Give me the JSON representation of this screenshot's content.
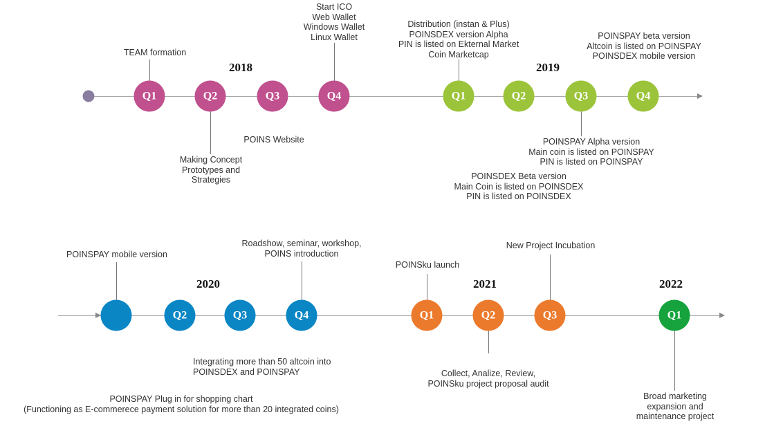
{
  "colors": {
    "c2018": "#c0508e",
    "c2019": "#9cc43b",
    "c2020": "#0a86c5",
    "c2021": "#ec7a2d",
    "c2022": "#16a33e",
    "start_dot": "#8a7ea0"
  },
  "years": {
    "y2018": "2018",
    "y2019": "2019",
    "y2020": "2020",
    "y2021": "2021",
    "y2022": "2022"
  },
  "nodes": {
    "r1_q1": "Q1",
    "r1_q2": "Q2",
    "r1_q3": "Q3",
    "r1_q4": "Q4",
    "r1_q5": "Q1",
    "r1_q6": "Q2",
    "r1_q7": "Q3",
    "r1_q8": "Q4",
    "r2_q1": "",
    "r2_q2": "Q2",
    "r2_q3": "Q3",
    "r2_q4": "Q4",
    "r2_q5": "Q1",
    "r2_q6": "Q2",
    "r2_q7": "Q3",
    "r2_q8": "Q1"
  },
  "notes": {
    "team": "TEAM formation",
    "concept": "Making Concept\nPrototypes and\nStrategies",
    "website": "POINS Website",
    "ico": "Start ICO\nWeb Wallet\nWindows Wallet\nLinux Wallet",
    "distribution": "Distribution (instan & Plus)\nPOINSDEX version Alpha\nPIN is listed on Ekternal Market\nCoin Marketcap",
    "dexbeta": "POINSDEX Beta version\nMain Coin is listed on POINSDEX\nPIN is listed on POINSDEX",
    "payalpha": "POINSPAY Alpha version\nMain coin is listed on POINSPAY\nPIN is listed on POINSPAY",
    "paybeta": "POINSPAY beta version\nAltcoin is listed on POINSPAY\nPOINSDEX mobile version",
    "paymobile": "POINSPAY mobile version",
    "altcoin": "Integrating more than 50 altcoin into\nPOINSDEX and POINSPAY",
    "plugin": "POINSPAY Plug in for shopping chart\n(Functioning as E-commerece payment solution for more than 20 integrated coins)",
    "roadshow": "Roadshow, seminar, workshop,\nPOINS introduction",
    "poinsku": "POINSku launch",
    "collect": "Collect, Analize, Review,\nPOINSku project proposal audit",
    "incubation": "New Project Incubation",
    "broad": "Broad marketing\nexpansion and\nmaintenance project"
  }
}
